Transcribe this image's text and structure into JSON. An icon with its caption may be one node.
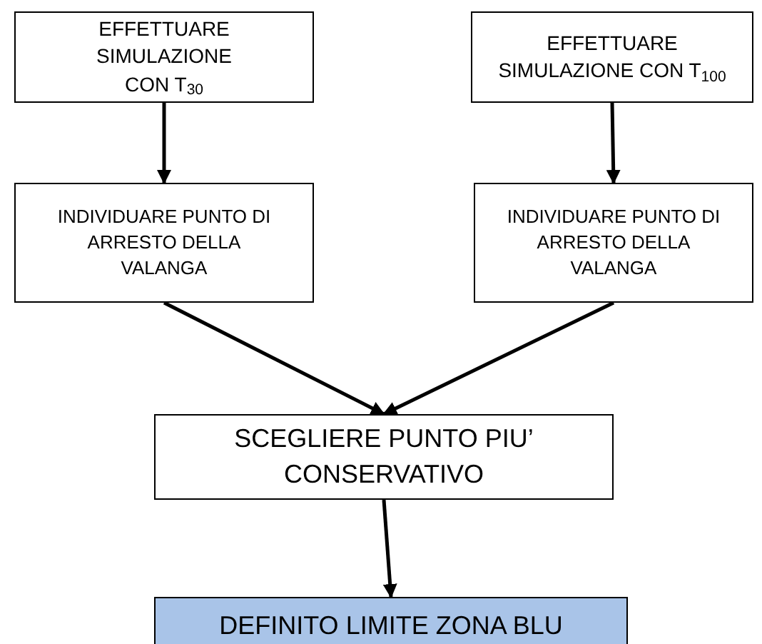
{
  "diagram": {
    "nodes": [
      {
        "text": [
          "EFFETTUARE SIMULAZIONE CON T$_{30}$"
        ]
      },
      {
        "text": [
          "EFFETTUARE SIMULAZIONE CON T$_{100}$"
        ]
      },
      {
        "text": [
          "INDIVIDUARE PUNTO DI ARRESTO DELLA VALANGA"
        ]
      },
      {
        "text": [
          "INDIVIDUARE PUNTO DI ARRESTO DELLA VALANGA"
        ]
      },
      {
        "text": [
          "SCEGLIERE PUNTO PIU’ CONSERVATIVO"
        ]
      },
      {
        "text": [
          "DEFINITO LIMITE ZONA BLU"
        ]
      }
    ],
    "edges": [
      {
        "from": 0,
        "to": 2,
        "arrow": "to"
      },
      {
        "from": 1,
        "to": 3,
        "arrow": "to"
      },
      {
        "from": 2,
        "to": 4,
        "arrow": "to"
      },
      {
        "from": 3,
        "to": 4,
        "arrow": "to"
      },
      {
        "from": 4,
        "to": 5,
        "arrow": "to"
      }
    ]
  }
}
